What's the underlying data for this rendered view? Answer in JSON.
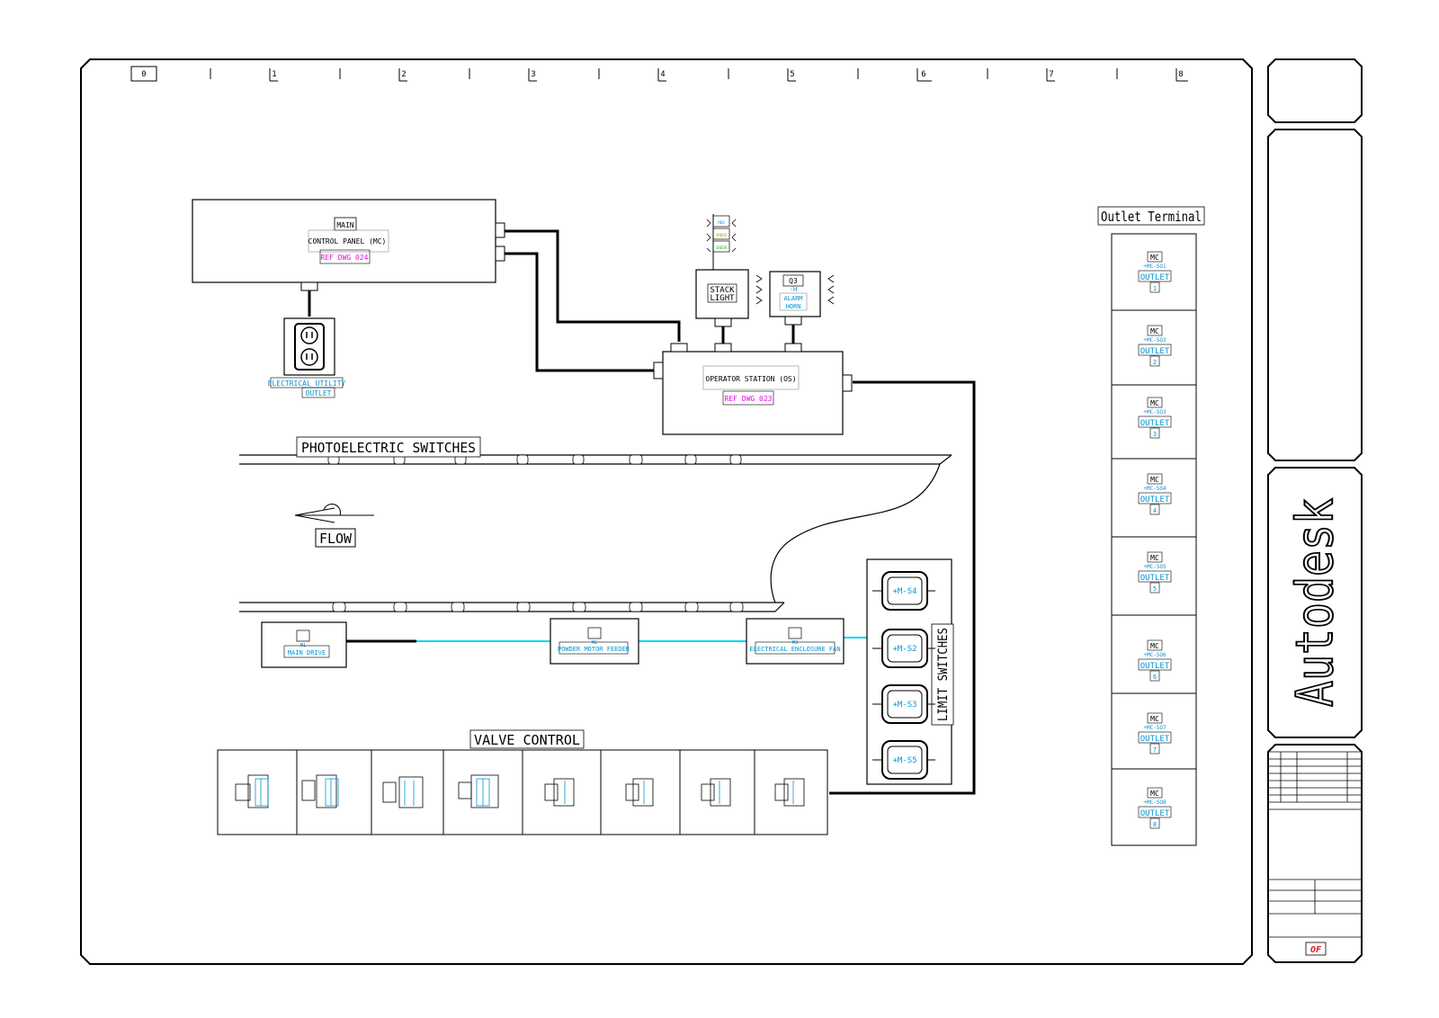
{
  "ruler": [
    "0",
    "1",
    "2",
    "3",
    "4",
    "5",
    "6",
    "7",
    "8"
  ],
  "main_panel": {
    "tag": "MAIN",
    "title": "CONTROL PANEL (MC)",
    "ref": "REF DWG 024"
  },
  "utility_outlet": {
    "line1": "ELECTRICAL UTILITY",
    "line2": "OUTLET"
  },
  "stack_light": {
    "line1": "STACK",
    "line2": "LIGHT",
    "lamp_top": "RED",
    "lamp_mid": "AMBER",
    "lamp_bot": "GREEN"
  },
  "alarm_horn": {
    "tag": "Q3",
    "sub": "-H",
    "line1": "ALARM",
    "line2": "HORN"
  },
  "operator_station": {
    "title": "OPERATOR STATION (OS)",
    "ref": "REF DWG 023"
  },
  "photoelectric": {
    "title": "PHOTOELECTRIC SWITCHES"
  },
  "flow": {
    "label": "FLOW"
  },
  "main_drive": {
    "tag": "M1",
    "label": "MAIN DRIVE"
  },
  "powder_motor": {
    "tag": "M2",
    "label": "POWDER MOTOR FEEDER"
  },
  "enclosure_fan": {
    "tag": "M3",
    "label": "ELECTRICAL ENCLOSURE FAN"
  },
  "limit_switches": {
    "title": "LIMIT SWITCHES",
    "items": [
      "+M-S4",
      "+M-S2",
      "+M-S3",
      "+M-S5"
    ]
  },
  "valve_control": {
    "title": "VALVE CONTROL"
  },
  "outlet_terminal": {
    "title": "Outlet Terminal",
    "items": [
      {
        "tag": "MC",
        "id": "+MC-SO1",
        "label": "OUTLET",
        "num": "1"
      },
      {
        "tag": "MC",
        "id": "+MC-SO2",
        "label": "OUTLET",
        "num": "2"
      },
      {
        "tag": "MC",
        "id": "+MC-SO3",
        "label": "OUTLET",
        "num": "3"
      },
      {
        "tag": "MC",
        "id": "+MC-SO4",
        "label": "OUTLET",
        "num": "4"
      },
      {
        "tag": "MC",
        "id": "+MC-SO5",
        "label": "OUTLET",
        "num": "5"
      },
      {
        "tag": "MC",
        "id": "+MC-SO6",
        "label": "OUTLET",
        "num": "6"
      },
      {
        "tag": "MC",
        "id": "+MC-SO7",
        "label": "OUTLET",
        "num": "7"
      },
      {
        "tag": "MC",
        "id": "+MC-SO8",
        "label": "OUTLET",
        "num": "8"
      }
    ]
  },
  "brand": "Autodesk",
  "sheet_code": "OF",
  "colors": {
    "line": "#000000",
    "cyan": "#00d8f0",
    "blue_text": "#0096d6",
    "magenta": "#e010e0",
    "green": "#22bb22",
    "red": "#e02020"
  }
}
